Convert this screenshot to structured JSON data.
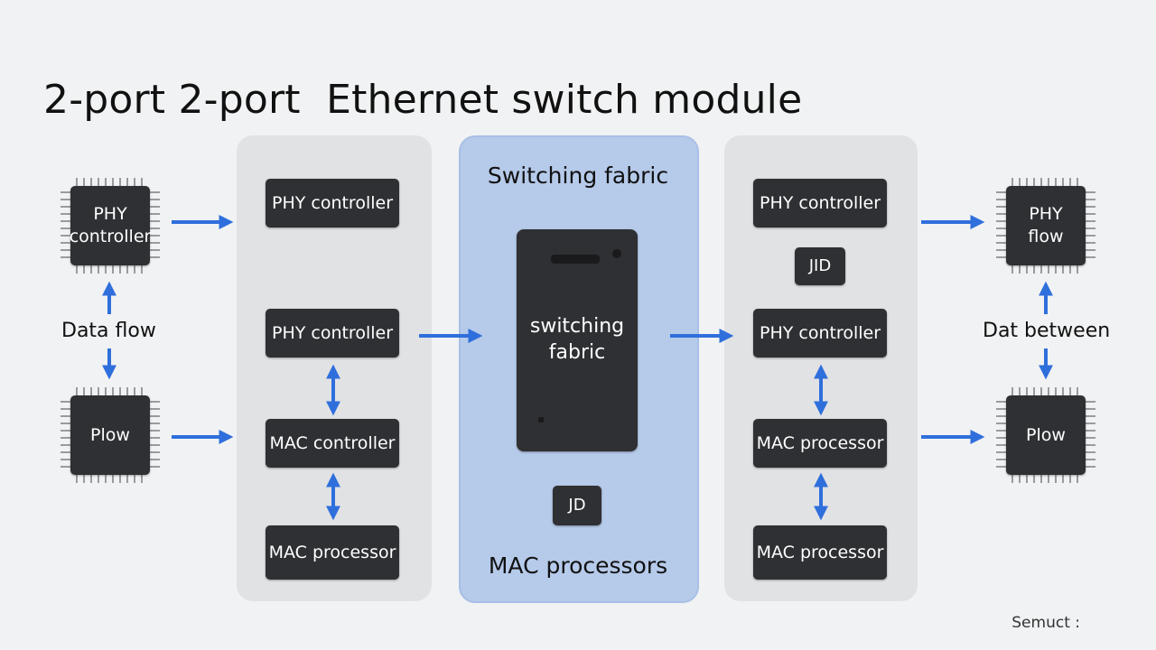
{
  "title": "2-port 2-port  Ethernet switch module",
  "left": {
    "top_chip": "PHY\ncontroller",
    "bottom_chip": "Plow",
    "label": "Data flow"
  },
  "panel_left": {
    "chips": [
      "PHY controller",
      "PHY controller",
      "MAC controller",
      "MAC processor"
    ]
  },
  "panel_center": {
    "header": "Switching fabric",
    "main_chip": "switching\nfabric",
    "small_chip": "JD",
    "footer": "MAC processors"
  },
  "panel_right": {
    "chips": [
      "PHY controller",
      "JID",
      "PHY controller",
      "MAC processor",
      "MAC processor"
    ]
  },
  "right": {
    "top_chip": "PHY\nflow",
    "bottom_chip": "Plow",
    "label": "Dat between"
  },
  "footer_note": "Semuct :",
  "colors": {
    "arrow": "#2f6fdc",
    "chip": "#2f3033",
    "panel_gray": "#e1e2e4",
    "panel_blue": "#b6caea"
  }
}
